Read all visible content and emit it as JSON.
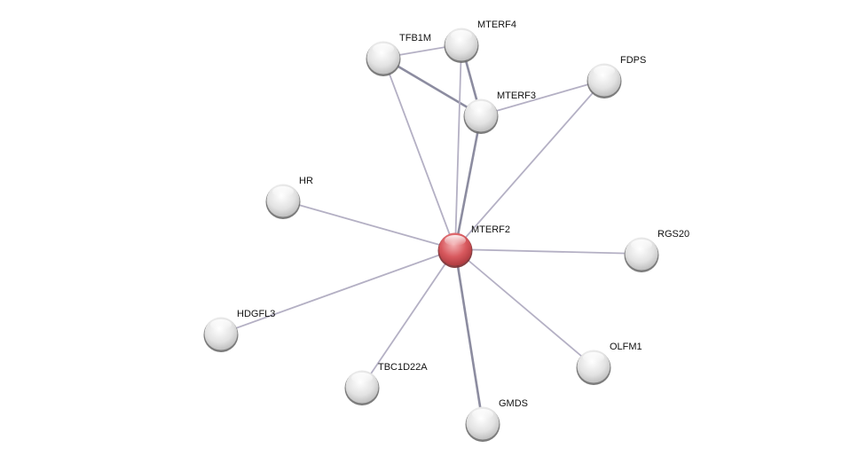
{
  "network": {
    "query_node": "MTERF2",
    "colors": {
      "query": "#d9595e",
      "node": "#e6e6e6",
      "edge": "#b4b0c4",
      "edge_strong": "#8c8ca0"
    },
    "nodes": [
      {
        "id": "TFB1M",
        "label": "TFB1M",
        "query": false
      },
      {
        "id": "MTERF4",
        "label": "MTERF4",
        "query": false
      },
      {
        "id": "FDPS",
        "label": "FDPS",
        "query": false
      },
      {
        "id": "MTERF3",
        "label": "MTERF3",
        "query": false
      },
      {
        "id": "HR",
        "label": "HR",
        "query": false
      },
      {
        "id": "MTERF2",
        "label": "MTERF2",
        "query": true
      },
      {
        "id": "RGS20",
        "label": "RGS20",
        "query": false
      },
      {
        "id": "HDGFL3",
        "label": "HDGFL3",
        "query": false
      },
      {
        "id": "OLFM1",
        "label": "OLFM1",
        "query": false
      },
      {
        "id": "TBC1D22A",
        "label": "TBC1D22A",
        "query": false
      },
      {
        "id": "GMDS",
        "label": "GMDS",
        "query": false
      }
    ],
    "edges": [
      {
        "source": "TFB1M",
        "target": "MTERF4",
        "strong": false
      },
      {
        "source": "TFB1M",
        "target": "MTERF3",
        "strong": true
      },
      {
        "source": "TFB1M",
        "target": "MTERF2",
        "strong": false
      },
      {
        "source": "MTERF4",
        "target": "MTERF3",
        "strong": true
      },
      {
        "source": "MTERF4",
        "target": "MTERF2",
        "strong": false
      },
      {
        "source": "MTERF3",
        "target": "MTERF2",
        "strong": true
      },
      {
        "source": "MTERF3",
        "target": "FDPS",
        "strong": false
      },
      {
        "source": "FDPS",
        "target": "MTERF2",
        "strong": false
      },
      {
        "source": "HR",
        "target": "MTERF2",
        "strong": false
      },
      {
        "source": "RGS20",
        "target": "MTERF2",
        "strong": false
      },
      {
        "source": "HDGFL3",
        "target": "MTERF2",
        "strong": false
      },
      {
        "source": "OLFM1",
        "target": "MTERF2",
        "strong": false
      },
      {
        "source": "TBC1D22A",
        "target": "MTERF2",
        "strong": false
      },
      {
        "source": "GMDS",
        "target": "MTERF2",
        "strong": true
      }
    ]
  }
}
